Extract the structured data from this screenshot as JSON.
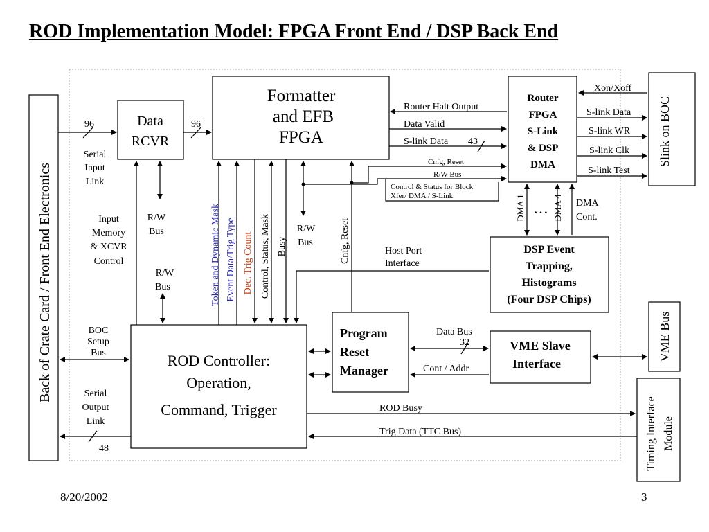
{
  "slide": {
    "title": "ROD Implementation Model: FPGA Front End / DSP Back End",
    "date": "8/20/2002",
    "page_number": "3"
  },
  "blocks": {
    "back_of_crate": "Back of Crate Card / Front End Electronics",
    "data_rcvr": [
      "Data",
      "RCVR"
    ],
    "formatter": [
      "Formatter",
      "and EFB",
      "FPGA"
    ],
    "router": [
      "Router",
      "FPGA",
      "S-Link",
      "& DSP",
      "DMA"
    ],
    "slink_boc": "Slink on BOC",
    "dsp": [
      "DSP Event",
      "Trapping,",
      "Histograms",
      "(Four DSP Chips)"
    ],
    "vme_bus": "VME Bus",
    "prm": [
      "Program",
      "Reset",
      "Manager"
    ],
    "vme_slave": [
      "VME Slave",
      "Interface"
    ],
    "rod_controller": [
      "ROD Controller:",
      "Operation,",
      "Command, Trigger"
    ],
    "timing": [
      "Timing Interface",
      "Module"
    ]
  },
  "labels": {
    "w96_left": "96",
    "w96_right": "96",
    "serial_input_link": [
      "Serial",
      "Input",
      "Link"
    ],
    "input_memory": [
      "Input",
      "Memory",
      "& XCVR",
      "Control"
    ],
    "rw_bus_1": [
      "R/W",
      "Bus"
    ],
    "rw_bus_2": [
      "R/W",
      "Bus"
    ],
    "rw_bus_3": [
      "R/W",
      "Bus"
    ],
    "boc_setup": [
      "BOC",
      "Setup",
      "Bus"
    ],
    "serial_output": [
      "Serial",
      "Output",
      "Link"
    ],
    "w48": "48",
    "token_mask": "Token and Dynamic Mask",
    "event_data": "Event Data/Trig Type",
    "dec_trig": "Dec. Trig Count",
    "control_status": "Control, Status, Mask",
    "busy": "Busy",
    "cnfg_reset_v": "Cnfg, Reset",
    "router_halt": "Router Halt Output",
    "data_valid": "Data Valid",
    "slink_data_43": "S-link Data",
    "w43": "43",
    "cnfg_reset_h": "Cnfg, Reset",
    "rw_bus_small": "R/W Bus",
    "control_status_block": [
      "Control & Status for Block",
      "Xfer/ DMA / S-Link"
    ],
    "xon_xoff": "Xon/Xoff",
    "slink_data": "S-link Data",
    "slink_wr": "S-link WR",
    "slink_clk": "S-link Clk",
    "slink_test": "S-link Test",
    "dma1": "DMA 1",
    "dma_dots": "…",
    "dma4": "DMA 4",
    "dma_cont": [
      "DMA",
      "Cont."
    ],
    "host_port": [
      "Host Port",
      "Interface"
    ],
    "data_bus": "Data Bus",
    "w32": "32",
    "cont_addr": "Cont / Addr",
    "rod_busy": "ROD Busy",
    "trig_data": "Trig Data  (TTC Bus)"
  },
  "colors": {
    "blue_text": "#2b2bb5",
    "orange_text": "#c8400e",
    "line": "#000000",
    "dotted_border": "#aaaaaa"
  }
}
